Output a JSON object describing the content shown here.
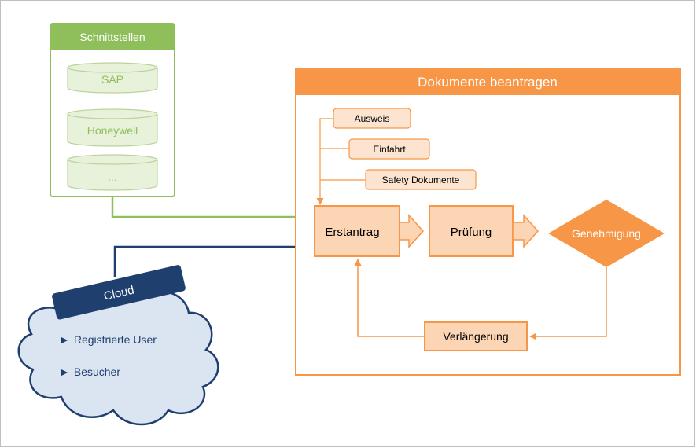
{
  "interfaces": {
    "title": "Schnittstellen",
    "items": [
      "SAP",
      "Honeywell",
      "..."
    ]
  },
  "process": {
    "title": "Dokumente beantragen",
    "documents": [
      "Ausweis",
      "Einfahrt",
      "Safety Dokumente"
    ],
    "steps": {
      "initial": "Erstantrag",
      "review": "Prüfung",
      "approval": "Genehmigung",
      "extension": "Verlängerung"
    }
  },
  "cloud": {
    "title": "Cloud",
    "items": [
      "Registrierte User",
      "Besucher"
    ],
    "bullet": "►"
  },
  "colors": {
    "green": "#8fbf5a",
    "green_light": "#e8f1da",
    "orange": "#f79646",
    "orange_light": "#fcd5b4",
    "navy": "#1f3f6e",
    "cloud_fill": "#dbe5f1"
  }
}
